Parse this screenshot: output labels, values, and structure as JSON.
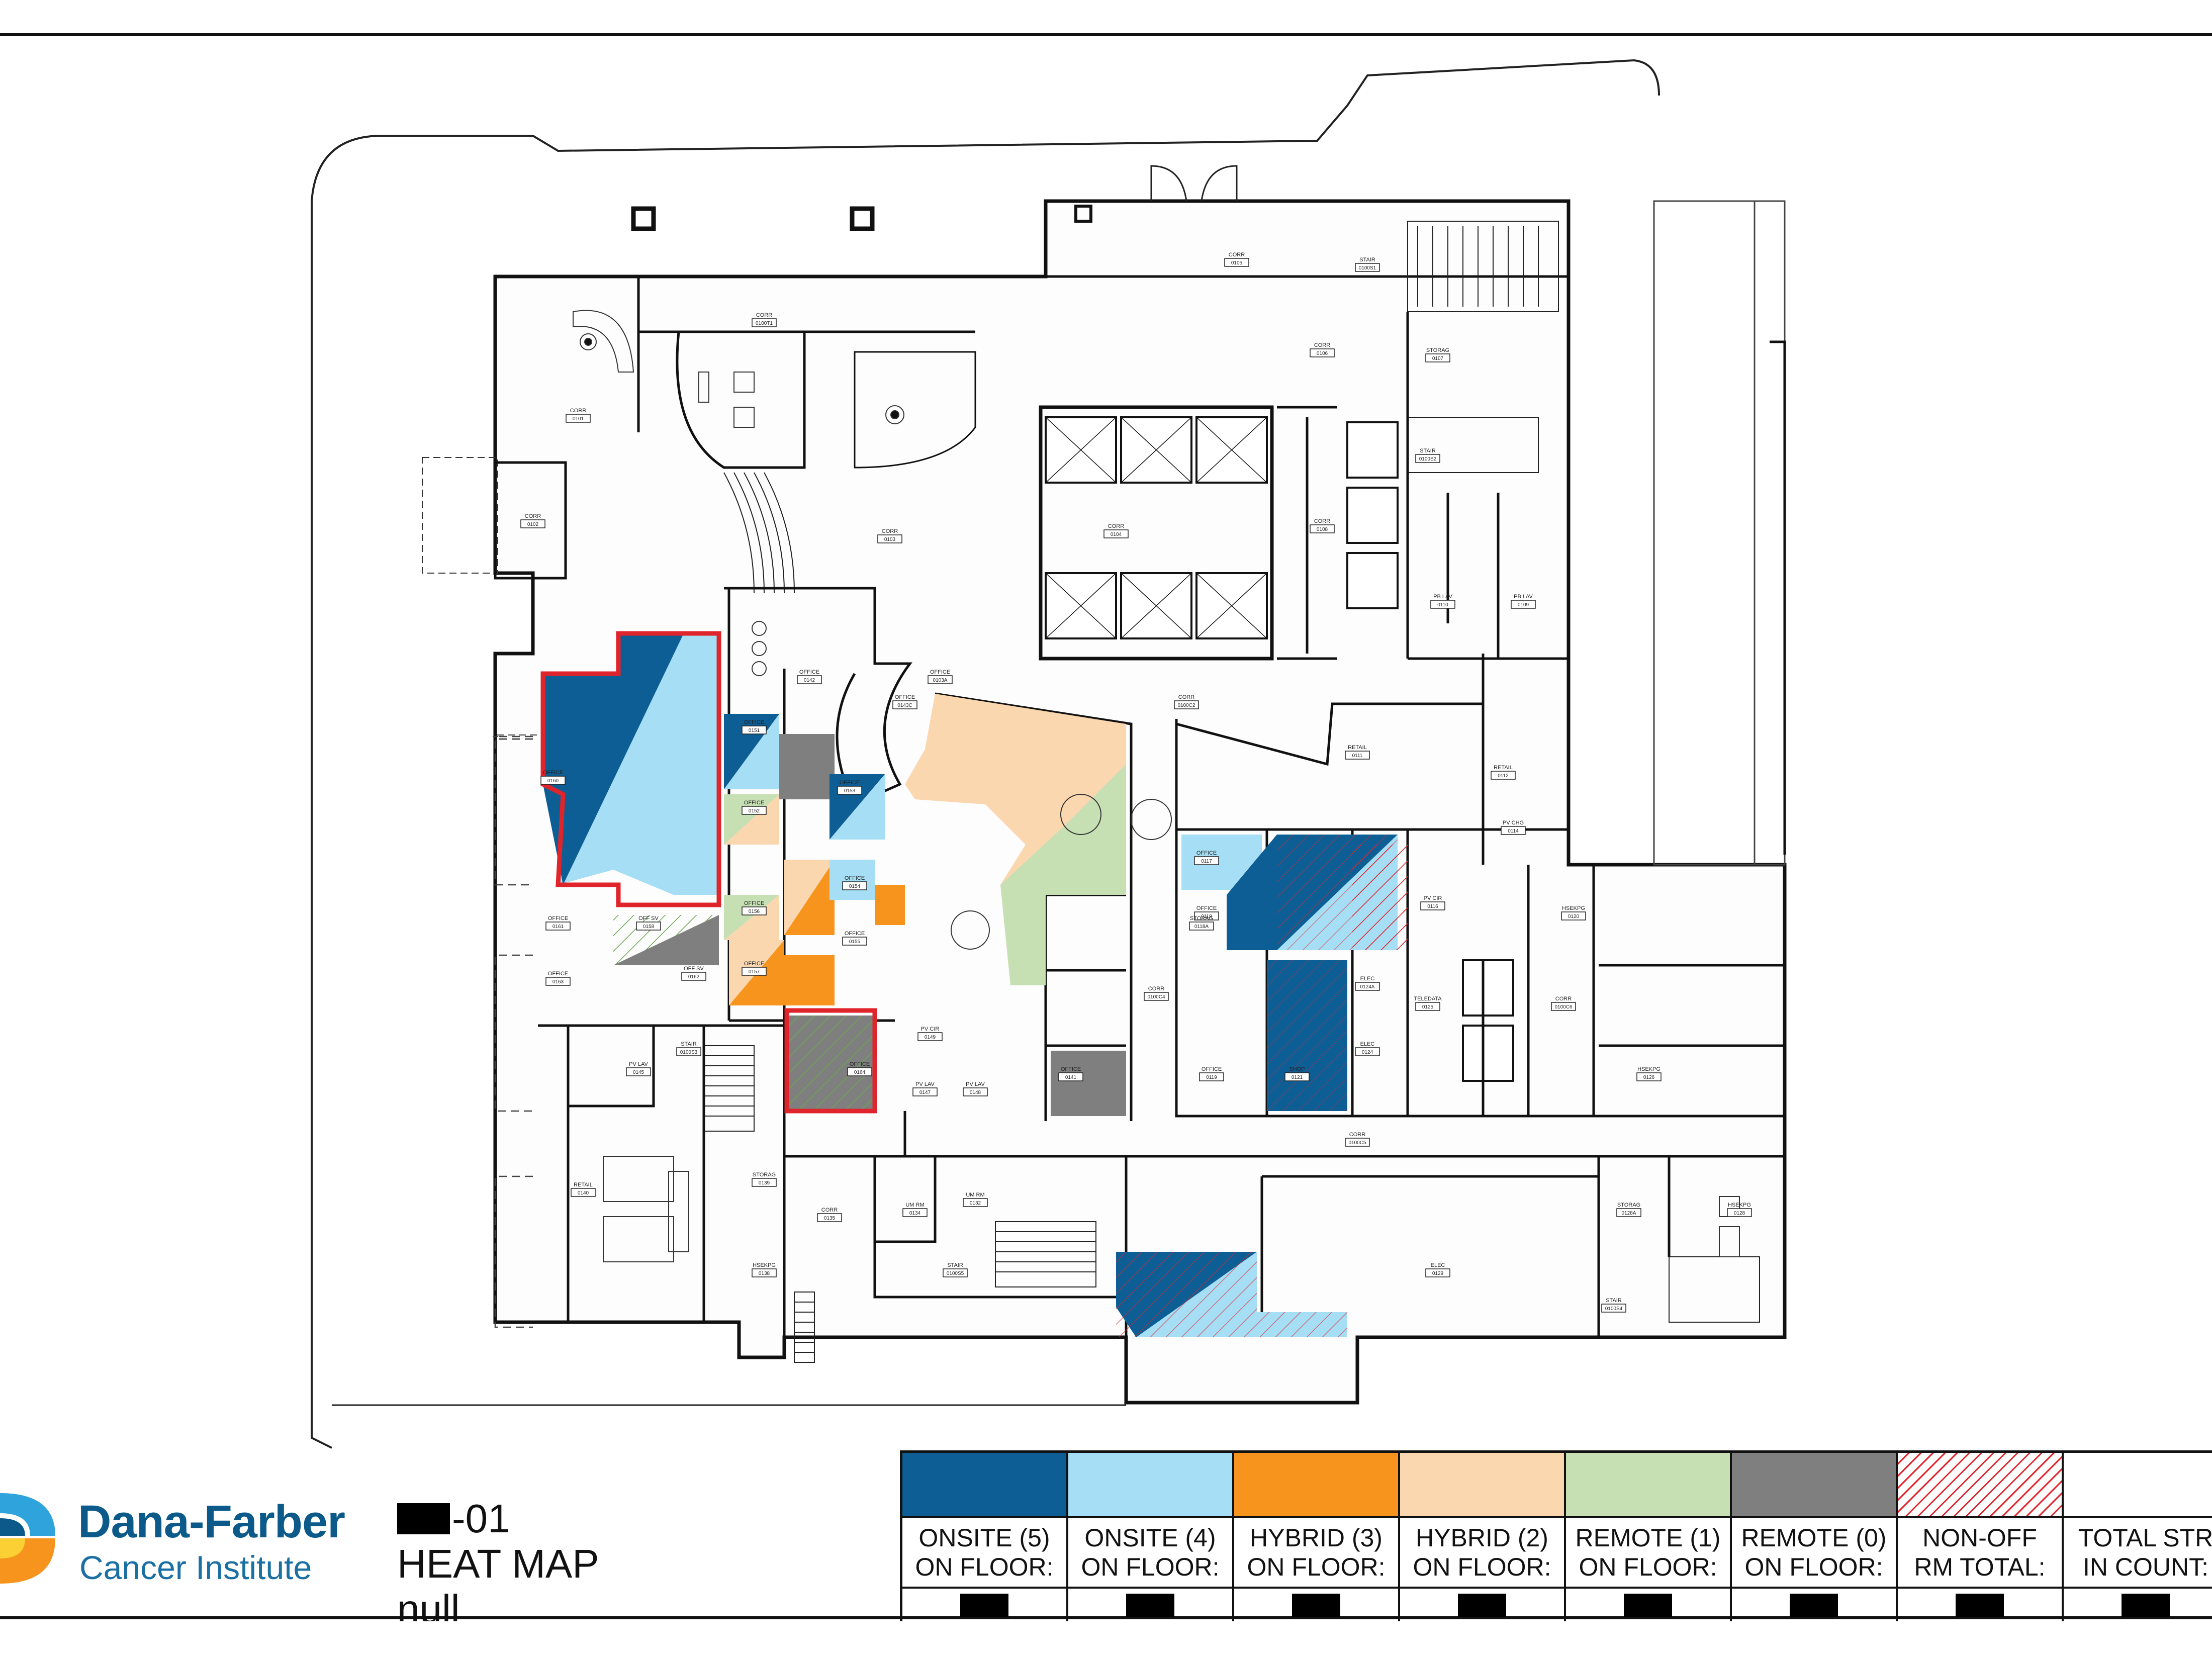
{
  "org": {
    "name": "Dana-Farber",
    "subtitle": "Cancer Institute"
  },
  "sheet": {
    "id_suffix": "-01",
    "title": "HEAT MAP",
    "subtitle": "null"
  },
  "legend": [
    {
      "line1": "ONSITE (5)",
      "line2": "ON FLOOR:",
      "color": "#0d5e94",
      "pattern": "solid"
    },
    {
      "line1": "ONSITE (4)",
      "line2": "ON FLOOR:",
      "color": "#a6dff5",
      "pattern": "solid"
    },
    {
      "line1": "HYBRID (3)",
      "line2": "ON FLOOR:",
      "color": "#f7941d",
      "pattern": "solid"
    },
    {
      "line1": "HYBRID (2)",
      "line2": "ON FLOOR:",
      "color": "#fbd7b0",
      "pattern": "solid"
    },
    {
      "line1": "REMOTE (1)",
      "line2": "ON FLOOR:",
      "color": "#c6e0b4",
      "pattern": "solid"
    },
    {
      "line1": "REMOTE (0)",
      "line2": "ON FLOOR:",
      "color": "#7f7f7f",
      "pattern": "solid"
    },
    {
      "line1": "NON-OFF",
      "line2": "RM TOTAL:",
      "color": "#e0242b",
      "pattern": "hatch"
    },
    {
      "line1": "TOTAL STR",
      "line2": "IN COUNT:",
      "color": "#ffffff",
      "pattern": "none"
    }
  ],
  "rooms": [
    {
      "name": "CORR",
      "num": "0100T1"
    },
    {
      "name": "CORR",
      "num": "0101"
    },
    {
      "name": "CORR",
      "num": "0102"
    },
    {
      "name": "CORR",
      "num": "0103"
    },
    {
      "name": "OFFICE",
      "num": "0103A"
    },
    {
      "name": "CORR",
      "num": "0104"
    },
    {
      "name": "CORR",
      "num": "0105"
    },
    {
      "name": "STAIR",
      "num": "0100S1"
    },
    {
      "name": "CORR",
      "num": "0106"
    },
    {
      "name": "STORAG",
      "num": "0107"
    },
    {
      "name": "STAIR",
      "num": "0100S2"
    },
    {
      "name": "CORR",
      "num": "0108"
    },
    {
      "name": "PB LAV",
      "num": "0110"
    },
    {
      "name": "PB LAV",
      "num": "0109"
    },
    {
      "name": "OFFICE",
      "num": "0142"
    },
    {
      "name": "OFFICE",
      "num": "0143C"
    },
    {
      "name": "CORR",
      "num": "0100C2"
    },
    {
      "name": "RETAIL",
      "num": "0111"
    },
    {
      "name": "RETAIL",
      "num": "0112"
    },
    {
      "name": "PV CHG",
      "num": "0114"
    },
    {
      "name": "HSEKPG",
      "num": "0120"
    },
    {
      "name": "CORR",
      "num": "0100C4"
    },
    {
      "name": "ELEC",
      "num": "0124A"
    },
    {
      "name": "TELEDATA",
      "num": "0125"
    },
    {
      "name": "ELEC",
      "num": "0124"
    },
    {
      "name": "CORR",
      "num": "0100C5"
    },
    {
      "name": "HSEKPG",
      "num": "0126"
    },
    {
      "name": "CORR",
      "num": "0100C6"
    },
    {
      "name": "PV LAV",
      "num": "0145"
    },
    {
      "name": "STAIR",
      "num": "0100S3"
    },
    {
      "name": "RETAIL",
      "num": "0140"
    },
    {
      "name": "STORAG",
      "num": "0139"
    },
    {
      "name": "HSEKPG",
      "num": "0138"
    },
    {
      "name": "CORR",
      "num": "0135"
    },
    {
      "name": "UM RM",
      "num": "0134"
    },
    {
      "name": "UM RM",
      "num": "0132"
    },
    {
      "name": "STAIR",
      "num": "0100S5"
    },
    {
      "name": "ELEC",
      "num": "0129"
    },
    {
      "name": "STORAG",
      "num": "0128A"
    },
    {
      "name": "STAIR",
      "num": "0100S4"
    },
    {
      "name": "HSEKPG",
      "num": "0128"
    },
    {
      "name": "PV LAV",
      "num": "0147"
    },
    {
      "name": "PV LAV",
      "num": "0148"
    },
    {
      "name": "PV CIR",
      "num": "0149"
    },
    {
      "name": "PV CIR",
      "num": "0116"
    },
    {
      "name": "SHOP",
      "num": "0121"
    },
    {
      "name": "OFFICE",
      "num": "0117"
    },
    {
      "name": "OFFICE",
      "num": "0118"
    },
    {
      "name": "OFFICE",
      "num": "0119"
    },
    {
      "name": "STORAG",
      "num": "0118A"
    },
    {
      "name": "OFFICE",
      "num": "0151"
    },
    {
      "name": "OFFICE",
      "num": "0152"
    },
    {
      "name": "OFFICE",
      "num": "0153"
    },
    {
      "name": "OFFICE",
      "num": "0154"
    },
    {
      "name": "OFFICE",
      "num": "0155"
    },
    {
      "name": "OFFICE",
      "num": "0156"
    },
    {
      "name": "OFFICE",
      "num": "0157"
    },
    {
      "name": "OFF SV",
      "num": "0158"
    },
    {
      "name": "OFFICE",
      "num": "0160"
    },
    {
      "name": "OFFICE",
      "num": "0161"
    },
    {
      "name": "OFF SV",
      "num": "0162"
    },
    {
      "name": "OFFICE",
      "num": "0163"
    },
    {
      "name": "OFFICE",
      "num": "0164"
    },
    {
      "name": "OFFICE",
      "num": "0141"
    }
  ]
}
